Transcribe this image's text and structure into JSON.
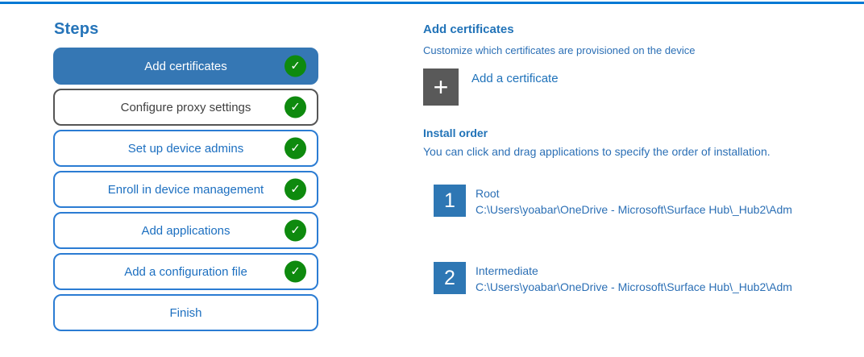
{
  "icons": {
    "check": "✓",
    "plus": "+"
  },
  "colors": {
    "top_accent": "#0078d4",
    "selected_step_bg": "#3577b4",
    "step_border_blue": "#2b7cd3",
    "step_text_blue": "#1c6fc0",
    "neutral_step_border": "#555555",
    "neutral_step_text": "#404040",
    "check_green": "#0e8a0e",
    "order_badge_bg": "#2e77b4",
    "add_button_bg": "#595959",
    "heading_blue": "#2173b8",
    "body_blue": "#2b6fb5"
  },
  "sidebar": {
    "title": "Steps",
    "steps": [
      {
        "label": "Add certificates",
        "selected": true,
        "checked": true
      },
      {
        "label": "Configure proxy settings",
        "selected": false,
        "checked": true
      },
      {
        "label": "Set up device admins",
        "selected": false,
        "checked": true
      },
      {
        "label": "Enroll in device management",
        "selected": false,
        "checked": true
      },
      {
        "label": "Add applications",
        "selected": false,
        "checked": true
      },
      {
        "label": "Add a configuration file",
        "selected": false,
        "checked": true
      },
      {
        "label": "Finish",
        "selected": false,
        "checked": false
      }
    ]
  },
  "main": {
    "title": "Add certificates",
    "subtitle": "Customize which certificates are provisioned on the device",
    "add_certificate_label": "Add a certificate",
    "install_order": {
      "title": "Install order",
      "description": "You can click and drag applications to specify the order of installation.",
      "items": [
        {
          "order": "1",
          "name": "Root",
          "path": "C:\\Users\\yoabar\\OneDrive - Microsoft\\Surface Hub\\_Hub2\\Adm"
        },
        {
          "order": "2",
          "name": "Intermediate",
          "path": "C:\\Users\\yoabar\\OneDrive - Microsoft\\Surface Hub\\_Hub2\\Adm"
        }
      ]
    }
  }
}
